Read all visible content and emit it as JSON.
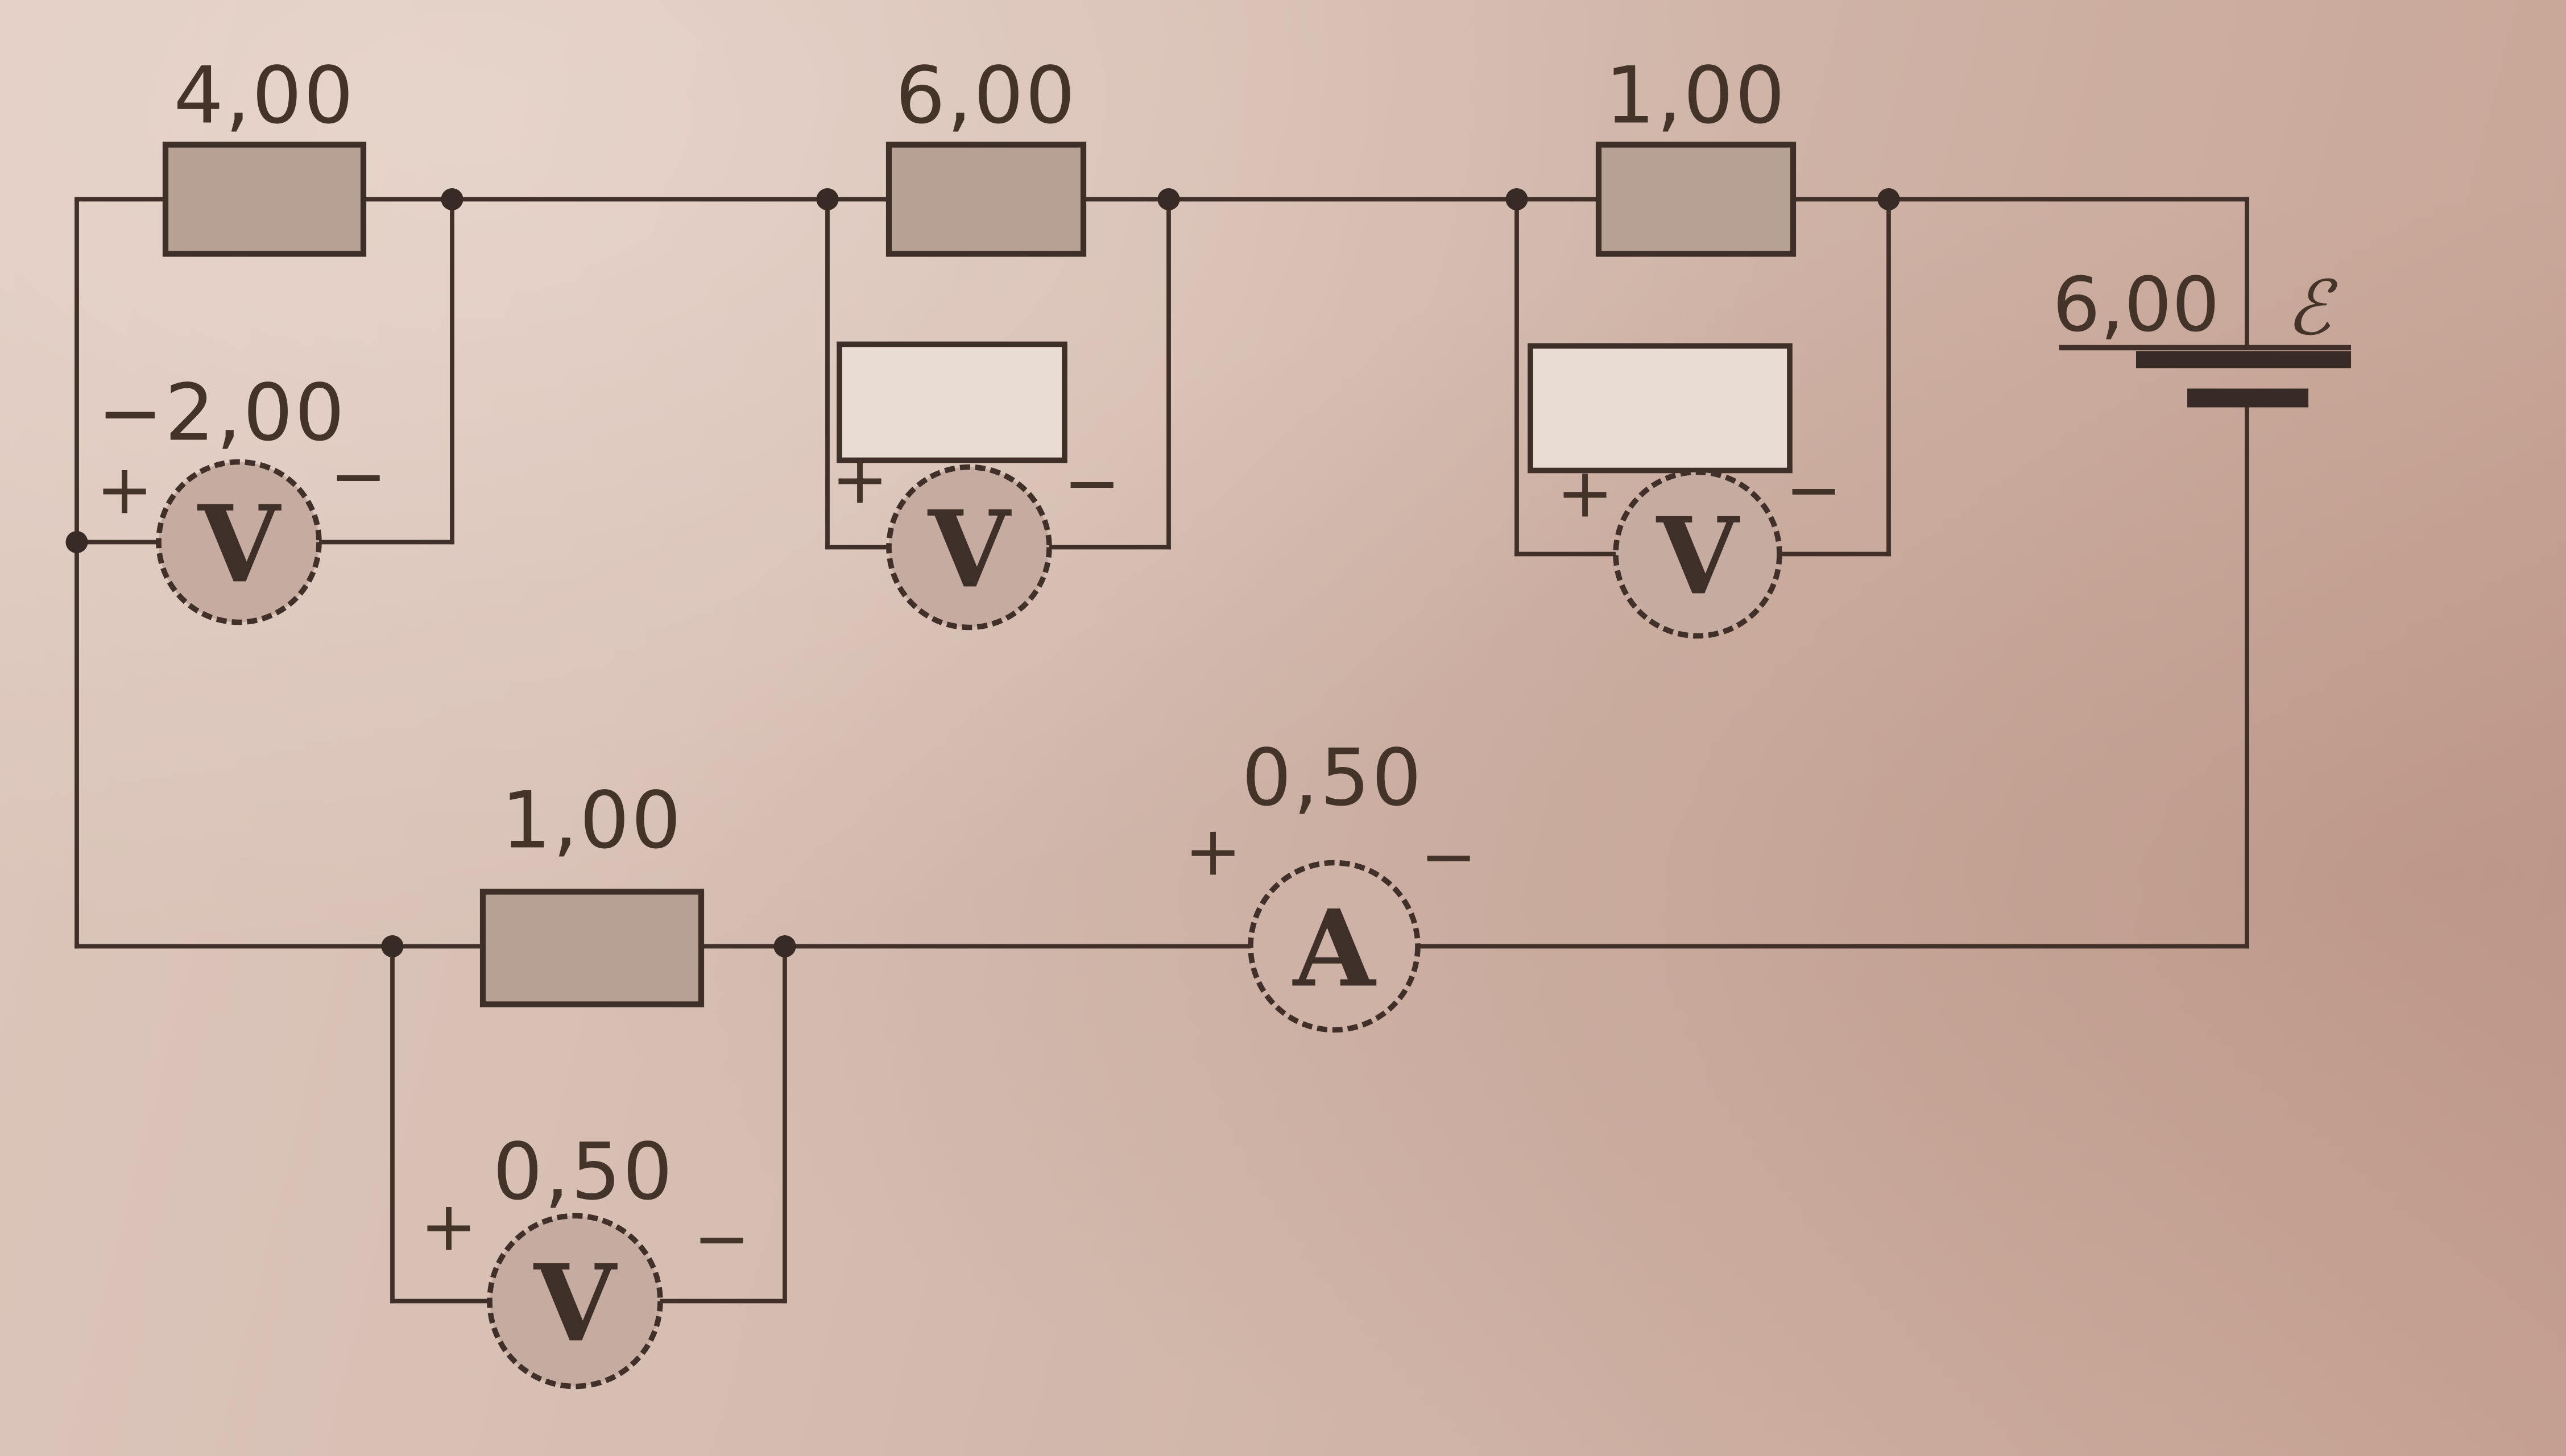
{
  "page": {
    "kind": "photographed physics textbook circuit diagram",
    "paper_color": "#d2b8ac",
    "ink_color": "#41302a",
    "resistor_fill": "#b7a094",
    "meter_fill": "#c6aca0",
    "answer_box_fill": "#e9dcd3"
  },
  "signs": {
    "plus": "+",
    "minus": "−"
  },
  "circuit": {
    "top_branches": [
      {
        "resistor_value": "4,00",
        "meter_letter": "V",
        "reading": "−2,00",
        "has_answer_box": false
      },
      {
        "resistor_value": "6,00",
        "meter_letter": "V",
        "reading": "",
        "has_answer_box": true
      },
      {
        "resistor_value": "1,00",
        "meter_letter": "V",
        "reading": "",
        "has_answer_box": true
      }
    ],
    "bottom_branch": {
      "resistor_value": "1,00",
      "meter_letter": "V",
      "reading": "0,50"
    },
    "ammeter": {
      "meter_letter": "A",
      "reading": "0,50"
    },
    "battery": {
      "emf_value": "6,00",
      "emf_symbol": "ℰ"
    }
  }
}
